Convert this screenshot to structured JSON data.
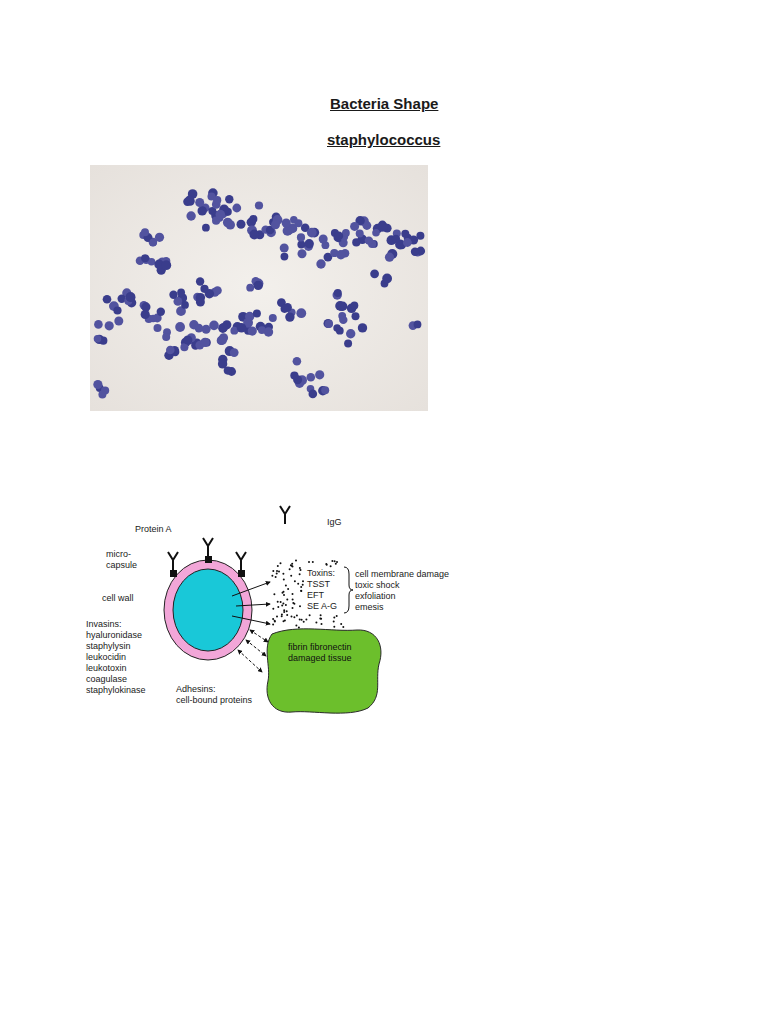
{
  "diagram": {
    "title": "Bacteria Shape",
    "nodes": [
      {
        "text": [
          "fibrin fibronectin damaged tissue"
        ]
      }
    ],
    "labels": [
      "staphylococcus",
      "Protein A",
      "IgG",
      "micro- capsule",
      "cell wall",
      "Invasins:",
      "hyaluronidase",
      "staphylysin",
      "leukocidin",
      "leukotoxin",
      "coagulase",
      "staphylokinase",
      "Adhesins:",
      "cell-bound proteins",
      "Toxins:",
      "TSST",
      "EFT",
      "SE A-G",
      "cell membrane damage",
      "toxic shock",
      "exfoliation",
      "emesis"
    ]
  }
}
